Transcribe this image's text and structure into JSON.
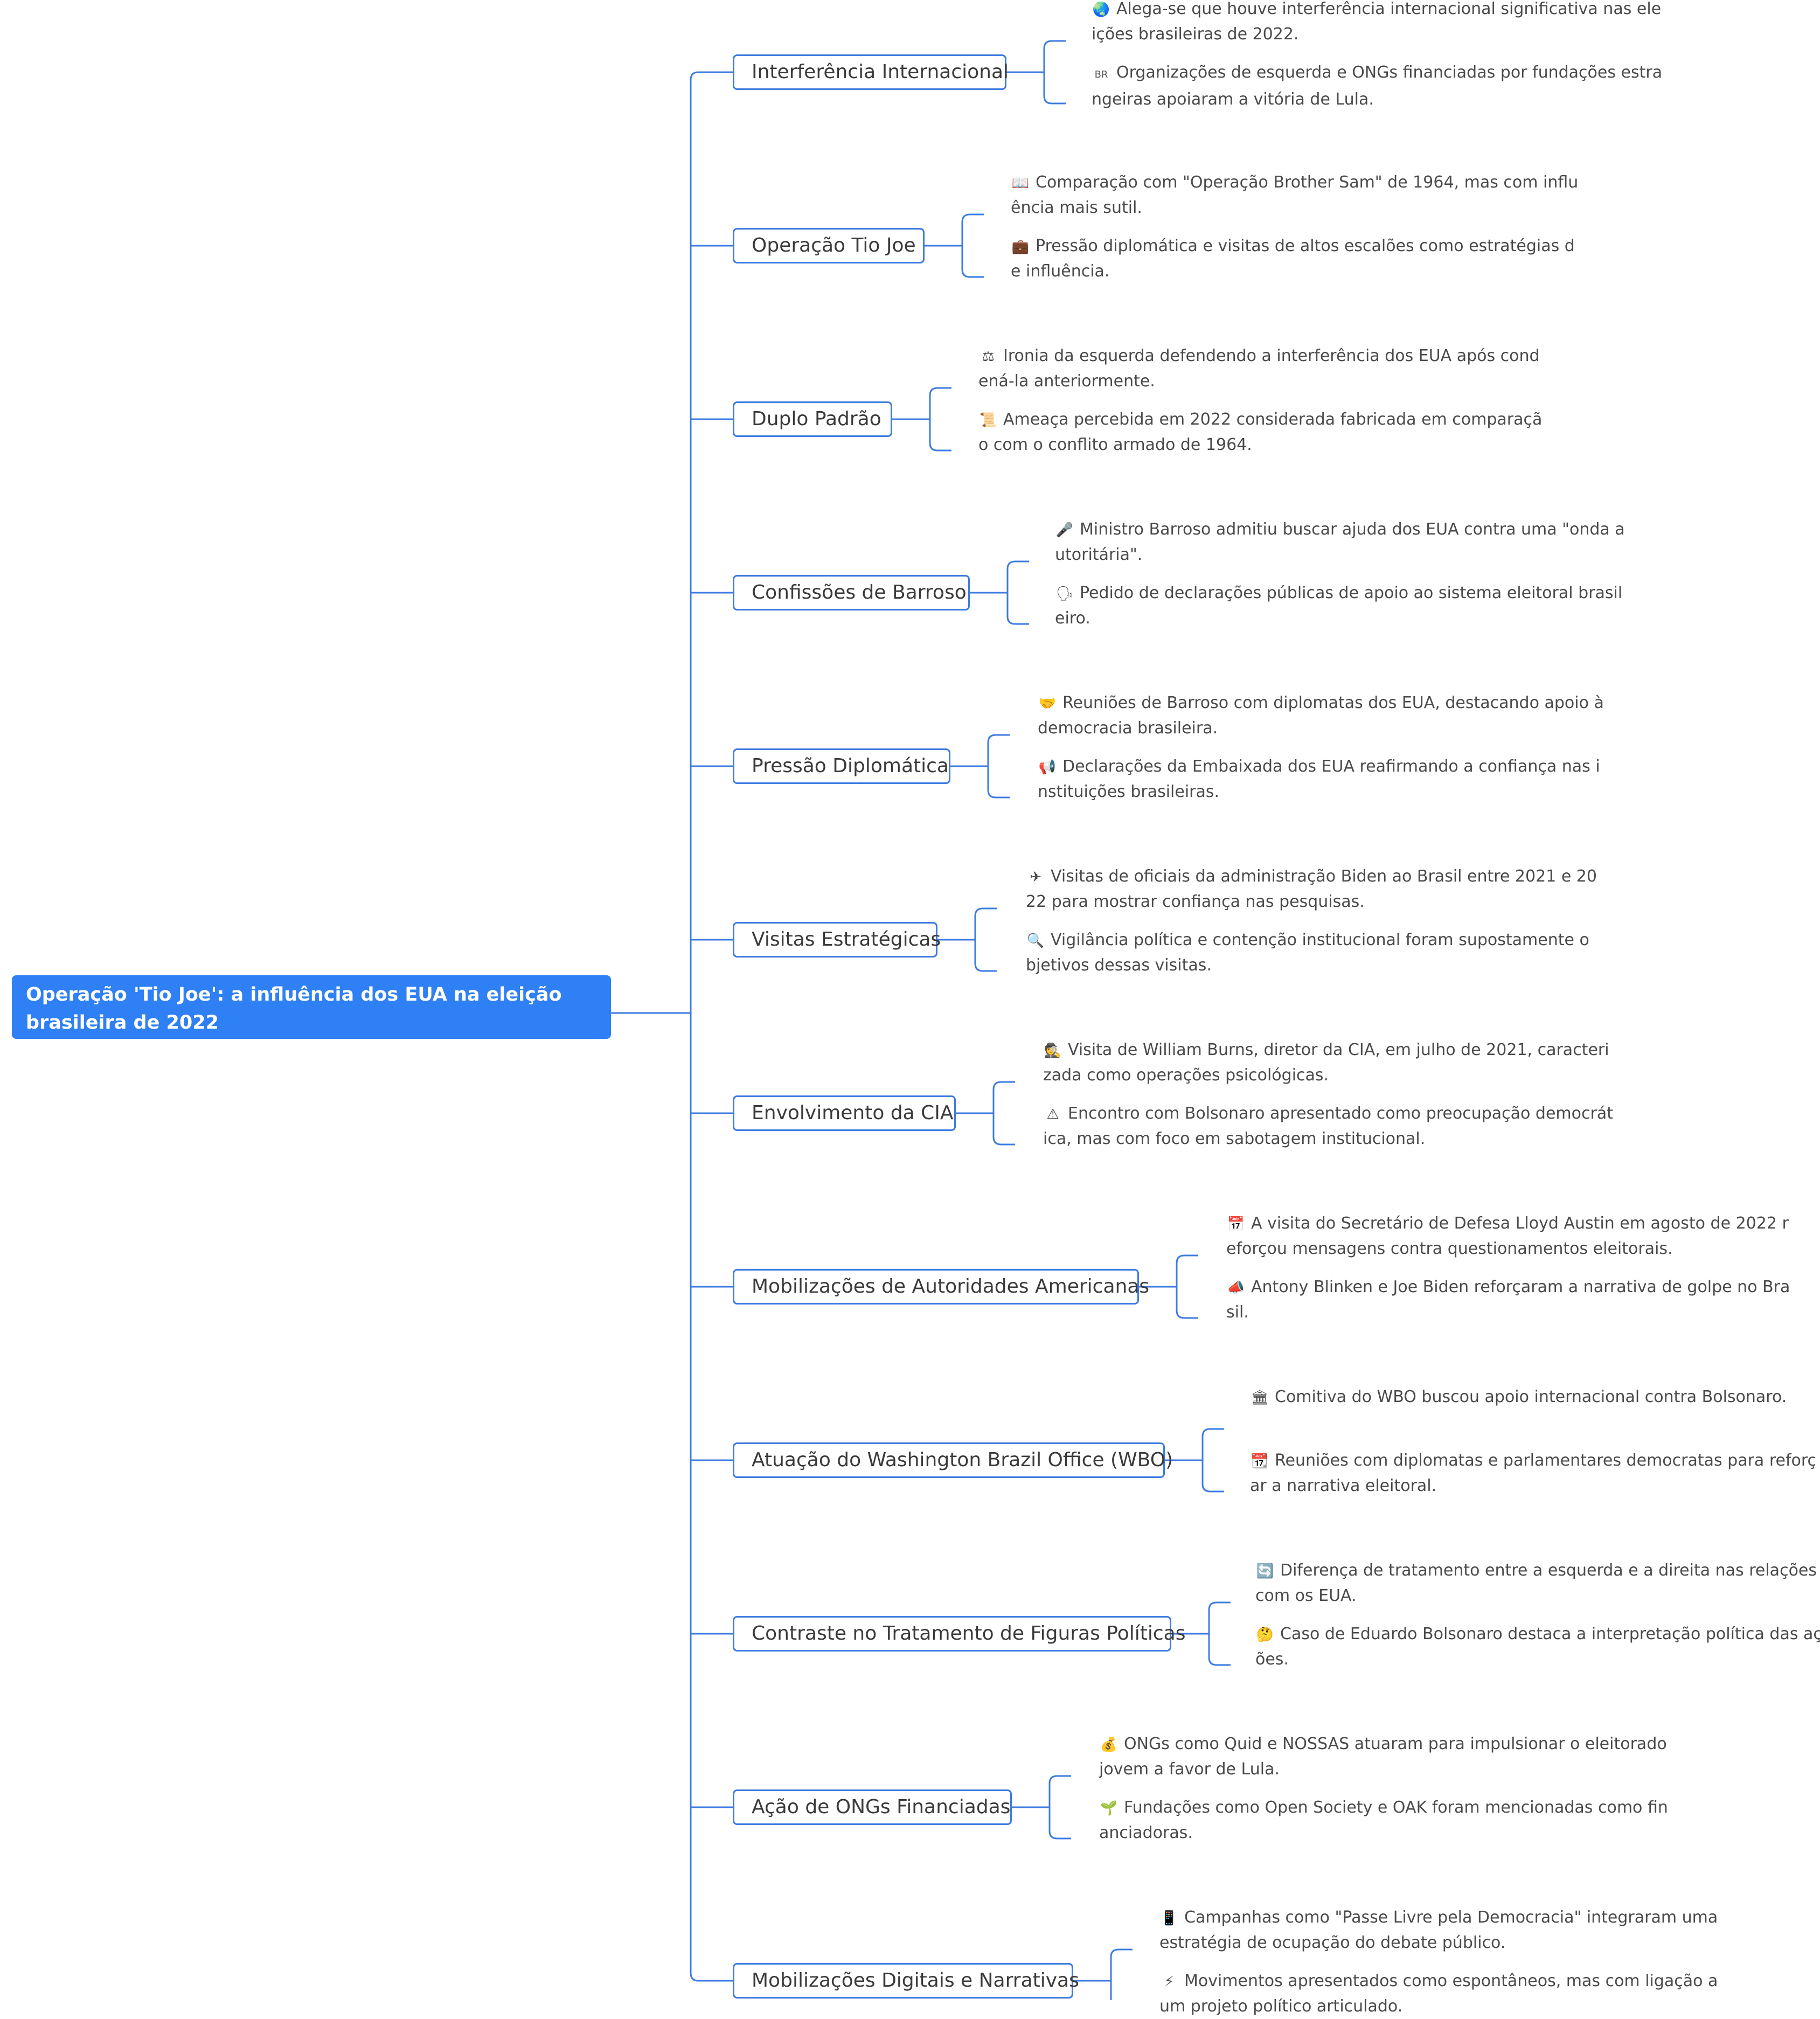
{
  "root": {
    "title": "Operação 'Tio Joe': a influência dos EUA na eleição brasileira de 2022"
  },
  "colors": {
    "root_fill": "#2f80f5",
    "connector": "#3d7be0",
    "branch_text": "#3a3a3a",
    "leaf_text": "#4a4a4a"
  },
  "branches": [
    {
      "label": "Interferência Internacional",
      "leaves": [
        {
          "icon": "globe-icon",
          "glyph": "🌏",
          "text": "Alega-se que houve interferência internacional significativa nas eleições brasileiras de 2022."
        },
        {
          "icon": "flag-br-icon",
          "glyph": "BR",
          "text": "Organizações de esquerda e ONGs financiadas por fundações estrangeiras apoiaram a vitória de Lula."
        }
      ]
    },
    {
      "label": "Operação Tio Joe",
      "leaves": [
        {
          "icon": "book-icon",
          "glyph": "📖",
          "text": "Comparação com \"Operação Brother Sam\" de 1964, mas com influência mais sutil."
        },
        {
          "icon": "briefcase-icon",
          "glyph": "💼",
          "text": "Pressão diplomática e visitas de altos escalões como estratégias de influência."
        }
      ]
    },
    {
      "label": "Duplo Padrão",
      "leaves": [
        {
          "icon": "scales-icon",
          "glyph": "⚖",
          "text": "Ironia da esquerda defendendo a interferência dos EUA após condená-la anteriormente."
        },
        {
          "icon": "scroll-icon",
          "glyph": "📜",
          "text": "Ameaça percebida em 2022 considerada fabricada em comparação com o conflito armado de 1964."
        }
      ]
    },
    {
      "label": "Confissões de Barroso",
      "leaves": [
        {
          "icon": "microphone-icon",
          "glyph": "🎤",
          "text": "Ministro Barroso admitiu buscar ajuda dos EUA contra uma \"onda autoritária\"."
        },
        {
          "icon": "speaking-head-icon",
          "glyph": "🗣",
          "text": "Pedido de declarações públicas de apoio ao sistema eleitoral brasileiro."
        }
      ]
    },
    {
      "label": "Pressão Diplomática",
      "leaves": [
        {
          "icon": "handshake-icon",
          "glyph": "🤝",
          "text": "Reuniões de Barroso com diplomatas dos EUA, destacando apoio à democracia brasileira."
        },
        {
          "icon": "megaphone-icon",
          "glyph": "📢",
          "text": "Declarações da Embaixada dos EUA reafirmando a confiança nas instituições brasileiras."
        }
      ]
    },
    {
      "label": "Visitas Estratégicas",
      "leaves": [
        {
          "icon": "airplane-icon",
          "glyph": "✈",
          "text": "Visitas de oficiais da administração Biden ao Brasil entre 2021 e 2022 para mostrar confiança nas pesquisas."
        },
        {
          "icon": "magnifier-icon",
          "glyph": "🔍",
          "text": "Vigilância política e contenção institucional foram supostamente objetivos dessas visitas."
        }
      ]
    },
    {
      "label": "Envolvimento da CIA",
      "leaves": [
        {
          "icon": "detective-icon",
          "glyph": "🕵",
          "text": "Visita de William Burns, diretor da CIA, em julho de 2021, caracterizada como operações psicológicas."
        },
        {
          "icon": "warning-icon",
          "glyph": "⚠",
          "text": "Encontro com Bolsonaro apresentado como preocupação democrática, mas com foco em sabotagem institucional."
        }
      ]
    },
    {
      "label": "Mobilizações de Autoridades Americanas",
      "leaves": [
        {
          "icon": "calendar-icon",
          "glyph": "📅",
          "text": "A visita do Secretário de Defesa Lloyd Austin em agosto de 2022 reforçou mensagens contra questionamentos eleitorais."
        },
        {
          "icon": "party-horn-icon",
          "glyph": "📣",
          "text": "Antony Blinken e Joe Biden reforçaram a narrativa de golpe no Brasil."
        }
      ]
    },
    {
      "label": "Atuação do Washington Brazil Office (WBO)",
      "leaves": [
        {
          "icon": "classical-building-icon",
          "glyph": "🏛",
          "text": "Comitiva do WBO buscou apoio internacional contra Bolsonaro."
        },
        {
          "icon": "calendar-icon",
          "glyph": "📆",
          "text": "Reuniões com diplomatas e parlamentares democratas para reforçar a narrativa eleitoral."
        }
      ]
    },
    {
      "label": "Contraste no Tratamento de Figuras Políticas",
      "leaves": [
        {
          "icon": "repeat-icon",
          "glyph": "🔄",
          "text": "Diferença de tratamento entre a esquerda e a direita nas relações com os EUA."
        },
        {
          "icon": "thinking-face-icon",
          "glyph": "🤔",
          "text": "Caso de Eduardo Bolsonaro destaca a interpretação política das ações."
        }
      ]
    },
    {
      "label": "Ação de ONGs Financiadas",
      "leaves": [
        {
          "icon": "money-bag-icon",
          "glyph": "💰",
          "text": "ONGs como Quid e NOSSAS atuaram para impulsionar o eleitorado jovem a favor de Lula."
        },
        {
          "icon": "seedling-icon",
          "glyph": "🌱",
          "text": "Fundações como Open Society e OAK foram mencionadas como financiadoras."
        }
      ]
    },
    {
      "label": "Mobilizações Digitais e Narrativas",
      "leaves": [
        {
          "icon": "mobile-phone-icon",
          "glyph": "📱",
          "text": "Campanhas como \"Passe Livre pela Democracia\" integraram uma estratégia de ocupação do debate público."
        },
        {
          "icon": "lightning-icon",
          "glyph": "⚡",
          "text": "Movimentos apresentados como espontâneos, mas com ligação a um projeto político articulado."
        }
      ]
    }
  ]
}
